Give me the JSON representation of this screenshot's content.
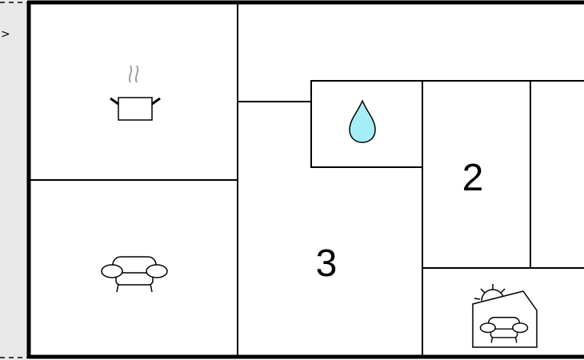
{
  "floorplan": {
    "rooms": [
      {
        "id": "kitchen",
        "label": "",
        "icon": "cooking-pot-icon"
      },
      {
        "id": "living-room",
        "label": "",
        "icon": "sofa-icon"
      },
      {
        "id": "bedroom-3",
        "label": "3",
        "icon": ""
      },
      {
        "id": "bathroom",
        "label": "",
        "icon": "water-drop-icon"
      },
      {
        "id": "bedroom-2",
        "label": "2",
        "icon": ""
      },
      {
        "id": "sunroom",
        "label": "",
        "icon": "sunroom-icon"
      }
    ],
    "entry_marker": ">",
    "colors": {
      "wall": "#000000",
      "outside_strip": "#e8e8e8",
      "water": "#a6eef7",
      "steam": "#999999"
    }
  }
}
